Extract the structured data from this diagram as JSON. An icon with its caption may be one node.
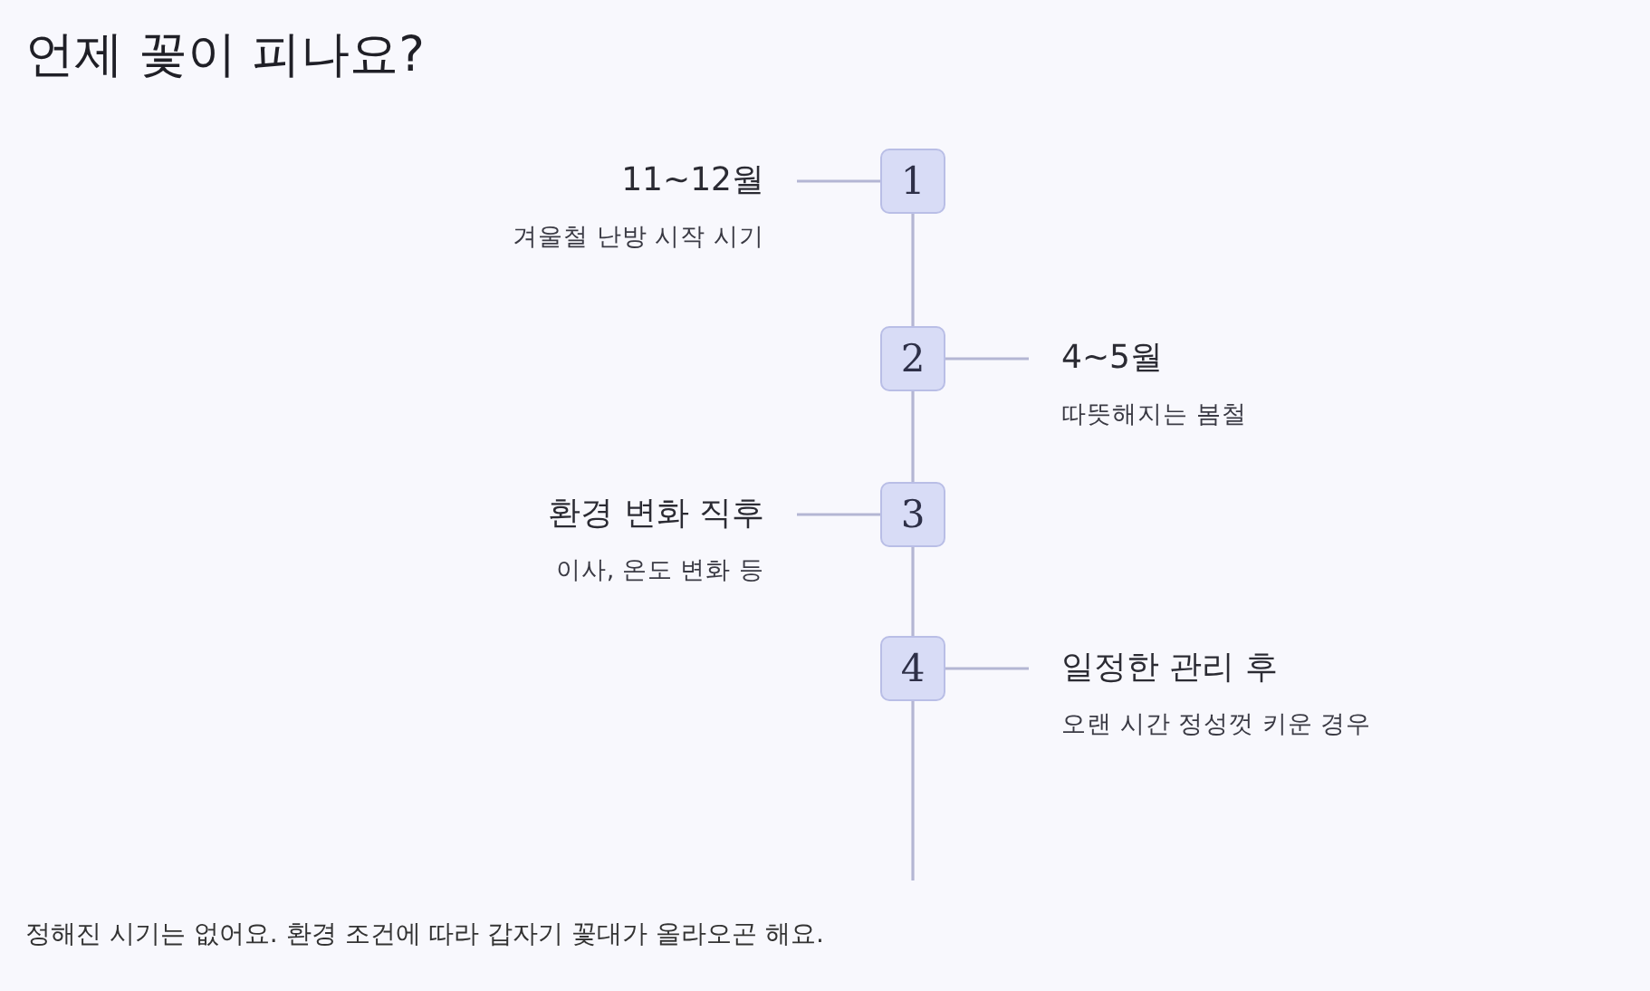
{
  "diagram": {
    "title": "언제 꽃이 피나요?",
    "caption": "정해진 시기는 없어요. 환경 조건에 따라 갑자기 꽃대가 올라오곤 해요.",
    "nodes": [
      {
        "text": [
          "1"
        ]
      },
      {
        "text": [
          "11~12월",
          "겨울철 난방 시작 시기"
        ]
      },
      {
        "text": [
          "2"
        ]
      },
      {
        "text": [
          "4~5월",
          "따뜻해지는 봄철"
        ]
      },
      {
        "text": [
          "3"
        ]
      },
      {
        "text": [
          "환경 변화 직후",
          "이사, 온도 변화 등"
        ]
      },
      {
        "text": [
          "4"
        ]
      },
      {
        "text": [
          "일정한 관리 후",
          "오랜 시간 정성껏 키운 경우"
        ]
      }
    ],
    "edges": [
      {
        "from": 1,
        "to": 0,
        "arrow": "none"
      },
      {
        "from": 0,
        "to": 2,
        "arrow": "none"
      },
      {
        "from": 2,
        "to": 3,
        "arrow": "none"
      },
      {
        "from": 2,
        "to": 4,
        "arrow": "none"
      },
      {
        "from": 5,
        "to": 4,
        "arrow": "none"
      },
      {
        "from": 4,
        "to": 6,
        "arrow": "none"
      },
      {
        "from": 6,
        "to": 7,
        "arrow": "none"
      },
      {
        "from": 6,
        "to": null,
        "arrow": "none"
      }
    ]
  }
}
